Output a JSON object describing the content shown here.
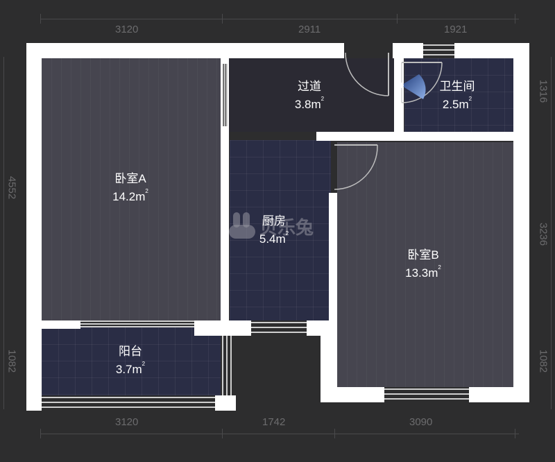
{
  "dimensions": {
    "top": [
      "3120",
      "2911",
      "1921"
    ],
    "bottom": [
      "3120",
      "1742",
      "3090"
    ],
    "left": [
      "4552",
      "1082"
    ],
    "right": [
      "1316",
      "3236",
      "1082"
    ]
  },
  "rooms": [
    {
      "name": "卧室A",
      "area": "14.2m",
      "unit_sup": "2",
      "floor": "wood"
    },
    {
      "name": "过道",
      "area": "3.8m",
      "unit_sup": "2",
      "floor": "dark"
    },
    {
      "name": "卫生间",
      "area": "2.5m",
      "unit_sup": "2",
      "floor": "tile"
    },
    {
      "name": "厨房",
      "area": "5.4m",
      "unit_sup": "2",
      "floor": "tile"
    },
    {
      "name": "卧室B",
      "area": "13.3m",
      "unit_sup": "2",
      "floor": "wood"
    },
    {
      "name": "阳台",
      "area": "3.7m",
      "unit_sup": "2",
      "floor": "tile"
    }
  ],
  "watermark": {
    "text": "贝乐兔",
    "icon": "rabbit-logo-icon"
  },
  "icons": {
    "compass": "compass-viewpoint-icon"
  },
  "colors": {
    "background": "#2d2d2e",
    "wall": "#ffffff",
    "wood_floor": "#46454f",
    "tile_floor": "#2a2d45",
    "corridor_floor": "#2b2a33",
    "dimension_text": "#6c6c6e"
  }
}
